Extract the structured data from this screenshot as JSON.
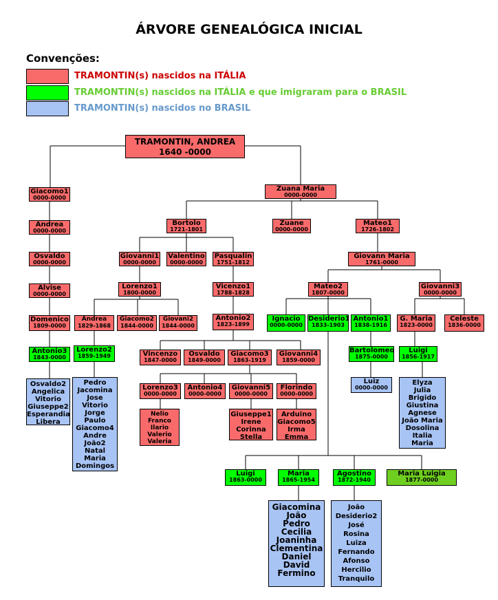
{
  "title": "ÁRVORE GENEALÓGICA INICIAL",
  "conventions": {
    "heading": "Convenções:",
    "items": [
      {
        "text": "TRAMONTIN(s) nascidos na ITÁLIA",
        "color": "#f96b6b",
        "text_color": "#cc0000"
      },
      {
        "text": "TRAMONTIN(s) nascidos na ITÁLIA e que imigraram para o BRASIL",
        "color": "#00ff00",
        "text_color": "#66cc33"
      },
      {
        "text": "TRAMONTIN(s) nascidos no BRASIL",
        "color": "#a8c4f5",
        "text_color": "#6699cc"
      }
    ]
  },
  "nodes": {
    "andrea_root": {
      "name": "TRAMONTIN, ANDREA",
      "dates": "1640 -0000"
    },
    "giacomo1": {
      "name": "Giacomo1",
      "dates": "0000-0000"
    },
    "andrea2": {
      "name": "Andrea",
      "dates": "0000-0000"
    },
    "osvaldo1": {
      "name": "Osvaldo",
      "dates": "0000-0000"
    },
    "alvise": {
      "name": "Alvise",
      "dates": "0000-0000"
    },
    "domenico": {
      "name": "Domenico",
      "dates": "1809-0000"
    },
    "antonio3": {
      "name": "Antonio3",
      "dates": "1843-0000"
    },
    "zuana_maria": {
      "name": "Zuana Maria",
      "dates": "0000-0000"
    },
    "bortolo": {
      "name": "Bortolo",
      "dates": "1721-1801"
    },
    "zuane": {
      "name": "Zuane",
      "dates": "0000-0000"
    },
    "mateo1": {
      "name": "Mateo1",
      "dates": "1726-1802"
    },
    "giovanni1": {
      "name": "Giovanni1",
      "dates": "0000-0000"
    },
    "valentino": {
      "name": "Valentino",
      "dates": "0000-0000"
    },
    "pasqualin": {
      "name": "Pasqualin",
      "dates": "1751-1812"
    },
    "giovann_maria": {
      "name": "Giovann Maria",
      "dates": "1761-0000"
    },
    "lorenzo1": {
      "name": "Lorenzo1",
      "dates": "1800-0000"
    },
    "vicenzo1": {
      "name": "Vicenzo1",
      "dates": "1788-1828"
    },
    "mateo2": {
      "name": "Mateo2",
      "dates": "1807-0000"
    },
    "giovanni3": {
      "name": "Giovanni3",
      "dates": "0000-0000"
    },
    "andrea3": {
      "name": "Andrea",
      "dates": "1829-1868"
    },
    "giacomo2": {
      "name": "Giacomo2",
      "dates": "1844-0000"
    },
    "giovani2": {
      "name": "Giovani2",
      "dates": "1844-0000"
    },
    "antonio2": {
      "name": "Antonio2",
      "dates": "1823-1899"
    },
    "ignacio": {
      "name": "Ignacio",
      "dates": "0000-0000"
    },
    "desiderio1": {
      "name": "Desiderio1",
      "dates": "1833-1903"
    },
    "antonio1": {
      "name": "Antonio1",
      "dates": "1838-1916"
    },
    "g_maria": {
      "name": "G. Maria",
      "dates": "1823-0000"
    },
    "celeste": {
      "name": "Celeste",
      "dates": "1836-0000"
    },
    "lorenzo2": {
      "name": "Lorenzo2",
      "dates": "1859-1949"
    },
    "vincenzo": {
      "name": "Vincenzo",
      "dates": "1847-0000"
    },
    "osvaldo2": {
      "name": "Osvaldo",
      "dates": "1849-0000"
    },
    "giacomo3": {
      "name": "Giacomo3",
      "dates": "1863-1919"
    },
    "giovanni4": {
      "name": "Giovanni4",
      "dates": "1859-0000"
    },
    "bartolomeo": {
      "name": "Bartolomeo",
      "dates": "1875-0000"
    },
    "luigi1": {
      "name": "Luigi",
      "dates": "1856-1917"
    },
    "lorenzo3": {
      "name": "Lorenzo3",
      "dates": "0000-0000"
    },
    "antonio4": {
      "name": "Antonio4",
      "dates": "0000-0000"
    },
    "giovanni5": {
      "name": "Giovanni5",
      "dates": "0000-0000"
    },
    "florindo": {
      "name": "Florindo",
      "dates": "0000-0000"
    },
    "luiz": {
      "name": "Luiz",
      "dates": "0000-0000"
    },
    "luigi2": {
      "name": "Luigi",
      "dates": "1863-0000"
    },
    "maria": {
      "name": "Maria",
      "dates": "1865-1954"
    },
    "agostino": {
      "name": "Agostino",
      "dates": "1872-1940"
    },
    "maria_luigia": {
      "name": "Maria Luigia",
      "dates": "1877-0000"
    }
  },
  "lists": {
    "antonio3_children": [
      "Osvaldo2",
      "Angelica",
      "Vitorio",
      "Giuseppe2",
      "Esperandia",
      "Libera"
    ],
    "lorenzo2_children": [
      "Pedro",
      "Jacomina",
      "Jose",
      "Vitorio",
      "Jorge",
      "Paulo",
      "Giacomo4",
      "Andre",
      "João2",
      "Natal",
      "Maria",
      "Domingos"
    ],
    "lorenzo3_children": [
      "Nelio",
      "Franco",
      "Ilario",
      "Valerio",
      "Valeria"
    ],
    "giovanni5_children": [
      "Giuseppe1",
      "Irene",
      "Corinna",
      "Stella"
    ],
    "florindo_children": [
      "Arduino",
      "Giacomo5",
      "Irma",
      "Emma"
    ],
    "luigi1_children": [
      "Elyza",
      "Julia",
      "Brigido",
      "Giustina",
      "Agnese",
      "João Maria",
      "Dosolina",
      "Italia",
      "Maria"
    ],
    "maria_children": [
      "Giacomina",
      "João",
      "Pedro",
      "Cecilia",
      "Joaninha",
      "Clementina",
      "Daniel",
      "David",
      "Fermino"
    ],
    "agostino_children": [
      "João",
      "Desiderio2",
      "José",
      "Rosina",
      "Luiza",
      "Fernando",
      "Afonso",
      "Hercilio",
      "Tranquilo"
    ]
  }
}
